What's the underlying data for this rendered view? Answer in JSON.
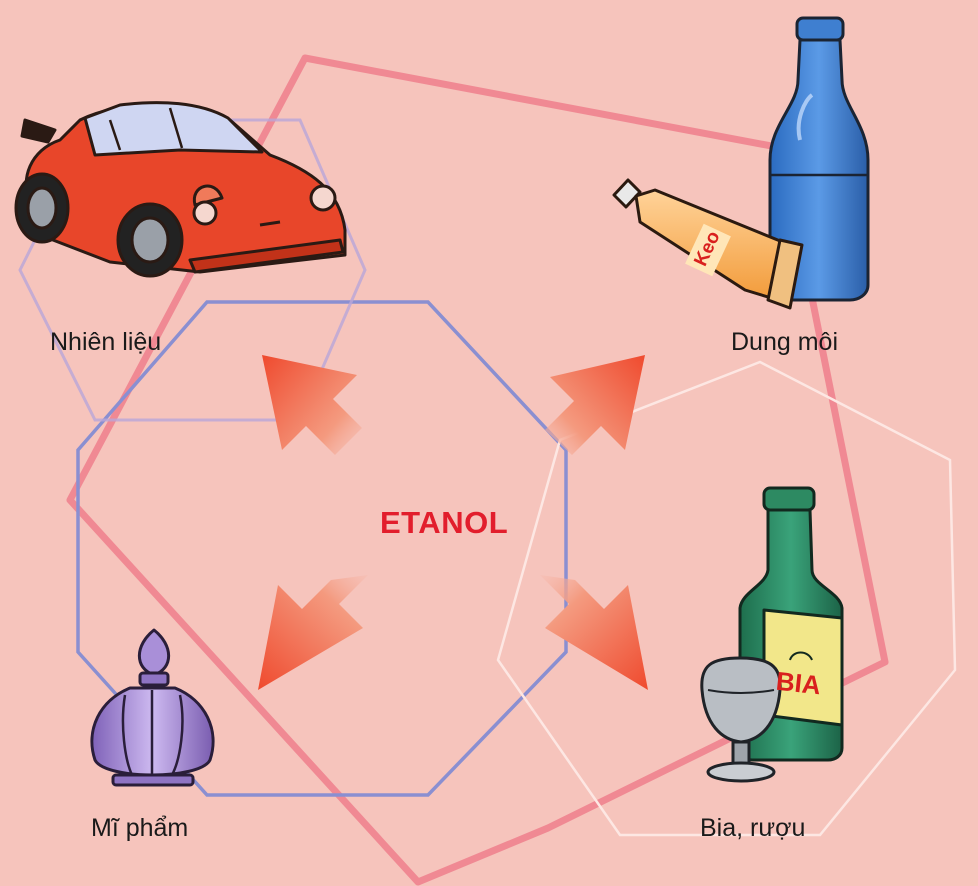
{
  "center_label": "ETANOL",
  "uses": {
    "fuel": "Nhiên liệu",
    "solvent": "Dung môi",
    "cosmetics": "Mĩ phẩm",
    "beverages": "Bia, rượu"
  },
  "product_text": {
    "tube": "Keo",
    "bottle": "BIA"
  },
  "colors": {
    "background": "#f6c4bc",
    "center_text": "#e21e2c",
    "arrow": "#ef5a3c",
    "car": "#e8462a",
    "solvent_bottle": "#3f7fd0",
    "beer_bottle": "#2d8a62",
    "perfume": "#a98fd8"
  }
}
